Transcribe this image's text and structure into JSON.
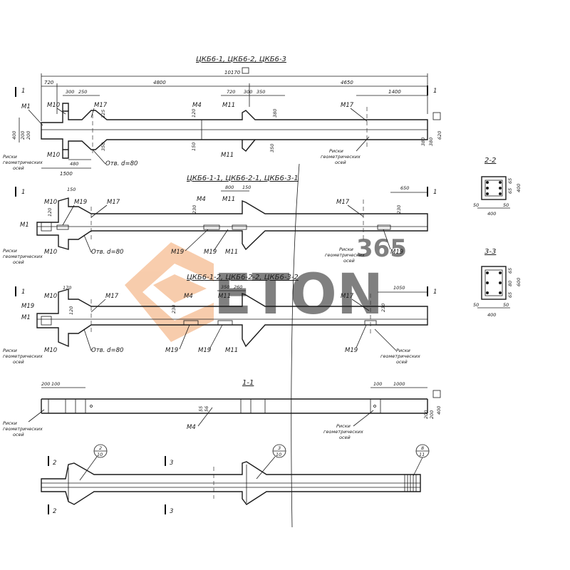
{
  "titles": {
    "view1": "ЦКБ6-1, ЦКБ6-2, ЦКБ6-3",
    "view2": "ЦКБ6-1-1, ЦКБ6-2-1, ЦКБ6-3-1",
    "view3": "ЦКБ6-1-2, ЦКБ6-2-2, ЦКБ6-3-2",
    "sec11": "1-1",
    "sec22": "2-2",
    "sec33": "3-3"
  },
  "marks": {
    "m1": "М1",
    "m4": "М4",
    "m10": "М10",
    "m11": "М11",
    "m17": "М17",
    "m19": "М19",
    "hole": "Отв. d=80",
    "riski1": "Риски",
    "riski2": "геометрических",
    "riski3": "осей",
    "cut1": "1",
    "cut2": "2",
    "cut3": "3"
  },
  "dims": {
    "d10170": "10170",
    "d4800": "4800",
    "d4650": "4650",
    "d720": "720",
    "d300": "300",
    "d250": "250",
    "d350": "350",
    "d1400": "1400",
    "d1500": "1500",
    "d480": "480",
    "d120": "120",
    "d150": "150",
    "d325": "325",
    "d380": "380",
    "d620": "620",
    "d400": "400",
    "d200": "200",
    "d800": "800",
    "d650": "650",
    "d230": "230",
    "d170": "170",
    "d260": "260",
    "d1050": "1050",
    "d100": "100",
    "d1000": "1000",
    "d50": "50",
    "d65": "65",
    "d80": "80",
    "d600": "600",
    "d55": "55",
    "d56": "56"
  },
  "callouts": {
    "c1_top": "2",
    "c1_bot": "10",
    "c2_top": "3",
    "c2_bot": "10",
    "c3_top": "8",
    "c3_bot": "11"
  },
  "watermark": {
    "brand": "ETON",
    "number": "365",
    "color_main": "#c8c8c8",
    "color_accent": "#f2a46a"
  }
}
